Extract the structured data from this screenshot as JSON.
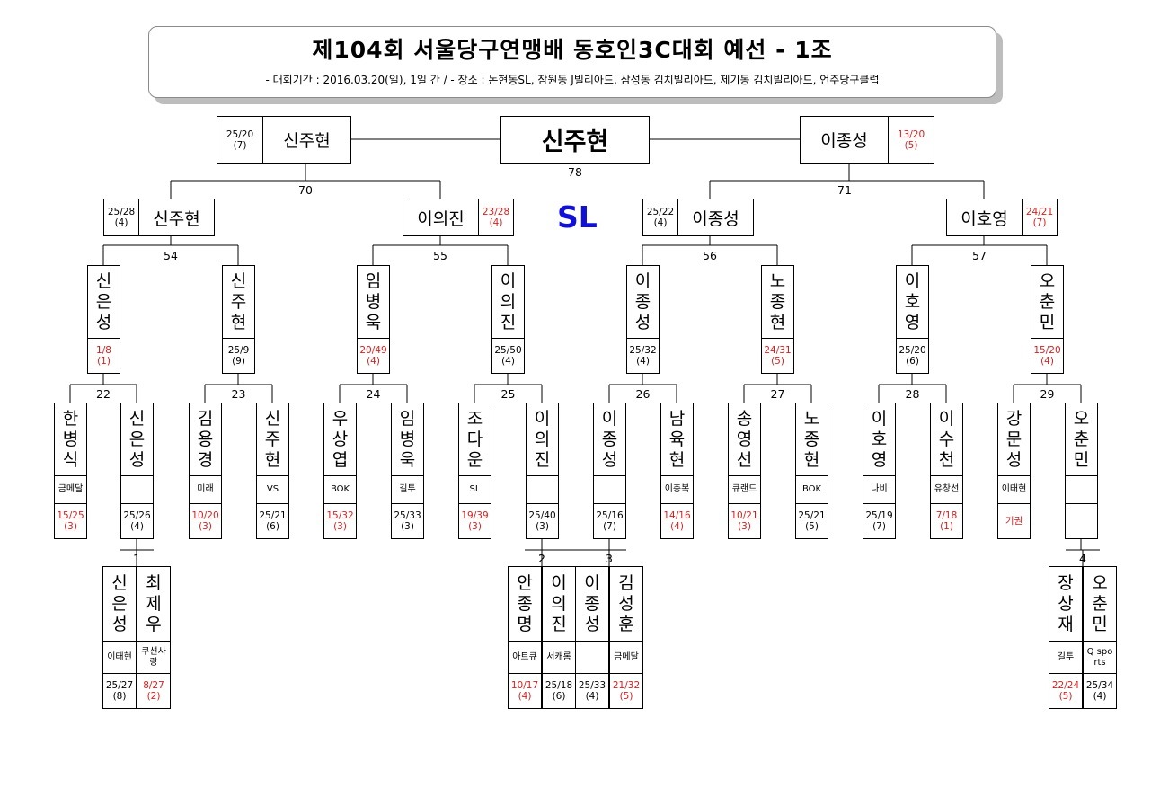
{
  "header": {
    "title": "제104회 서울당구연맹배 동호인3C대회 예선 - 1조",
    "subtitle": "- 대회기간 : 2016.03.20(일), 1일 간 / - 장소 : 논현동SL, 잠원동 J빌리아드, 삼성동 김치빌리아드, 제기동 김치빌리아드, 언주당구클럽"
  },
  "sl_label": "SL",
  "final": {
    "winner": "신주현",
    "match_no": "78"
  },
  "r5": [
    {
      "name": "신주현",
      "score": "25/20",
      "inn": "(7)",
      "score_red": false,
      "match_no": "70"
    },
    {
      "name": "이종성",
      "score": "13/20",
      "inn": "(5)",
      "score_red": true,
      "match_no": "71"
    }
  ],
  "r4": [
    {
      "name": "신주현",
      "score": "25/28",
      "inn": "(4)",
      "score_red": false
    },
    {
      "name": "이의진",
      "score": "23/28",
      "inn": "(4)",
      "score_red": true
    },
    {
      "name": "이종성",
      "score": "25/22",
      "inn": "(4)",
      "score_red": false
    },
    {
      "name": "이호영",
      "score": "24/21",
      "inn": "(7)",
      "score_red": true
    }
  ],
  "r3_match_nos": [
    "54",
    "55",
    "56",
    "57"
  ],
  "r3": [
    {
      "name": "신은성",
      "score": "1/8",
      "inn": "(1)",
      "score_red": true
    },
    {
      "name": "신주현",
      "score": "25/9",
      "inn": "(9)",
      "score_red": false
    },
    {
      "name": "임병욱",
      "score": "20/49",
      "inn": "(4)",
      "score_red": true
    },
    {
      "name": "이의진",
      "score": "25/50",
      "inn": "(4)",
      "score_red": false
    },
    {
      "name": "이종성",
      "score": "25/32",
      "inn": "(4)",
      "score_red": false
    },
    {
      "name": "노종현",
      "score": "24/31",
      "inn": "(5)",
      "score_red": true
    },
    {
      "name": "이호영",
      "score": "25/20",
      "inn": "(6)",
      "score_red": false
    },
    {
      "name": "오춘민",
      "score": "15/20",
      "inn": "(4)",
      "score_red": true
    }
  ],
  "r2_match_nos": [
    "22",
    "23",
    "24",
    "25",
    "26",
    "27",
    "28",
    "29"
  ],
  "r2": [
    {
      "name": "한병식",
      "club": "금메달",
      "score": "15/25",
      "inn": "(3)",
      "score_red": true
    },
    {
      "name": "신은성",
      "club": "",
      "score": "25/26",
      "inn": "(4)",
      "score_red": false
    },
    {
      "name": "김용경",
      "club": "미래",
      "score": "10/20",
      "inn": "(3)",
      "score_red": true
    },
    {
      "name": "신주현",
      "club": "VS",
      "score": "25/21",
      "inn": "(6)",
      "score_red": false
    },
    {
      "name": "우상엽",
      "club": "BOK",
      "score": "15/32",
      "inn": "(3)",
      "score_red": true
    },
    {
      "name": "임병욱",
      "club": "길투",
      "score": "25/33",
      "inn": "(3)",
      "score_red": false
    },
    {
      "name": "조다운",
      "club": "SL",
      "score": "19/39",
      "inn": "(3)",
      "score_red": true
    },
    {
      "name": "이의진",
      "club": "",
      "score": "25/40",
      "inn": "(3)",
      "score_red": false
    },
    {
      "name": "이종성",
      "club": "",
      "score": "25/16",
      "inn": "(7)",
      "score_red": false
    },
    {
      "name": "남육현",
      "club": "이충복",
      "score": "14/16",
      "inn": "(4)",
      "score_red": true
    },
    {
      "name": "송영선",
      "club": "큐랜드",
      "score": "10/21",
      "inn": "(3)",
      "score_red": true
    },
    {
      "name": "노종현",
      "club": "BOK",
      "score": "25/21",
      "inn": "(5)",
      "score_red": false
    },
    {
      "name": "이호영",
      "club": "나비",
      "score": "25/19",
      "inn": "(7)",
      "score_red": false
    },
    {
      "name": "이수천",
      "club": "유창선",
      "score": "7/18",
      "inn": "(1)",
      "score_red": true
    },
    {
      "name": "강문성",
      "club": "이태현",
      "score": "기권",
      "inn": "",
      "score_red": true
    },
    {
      "name": "오춘민",
      "club": "",
      "score": "",
      "inn": "",
      "score_red": false
    }
  ],
  "r1_match_nos": [
    "1",
    "2",
    "3",
    "4"
  ],
  "r1": [
    {
      "name": "신은성",
      "club": "이태현",
      "score": "25/27",
      "inn": "(8)",
      "score_red": false
    },
    {
      "name": "최제우",
      "club": "쿠션사랑",
      "score": "8/27",
      "inn": "(2)",
      "score_red": true
    },
    {
      "name": "안종명",
      "club": "아트큐",
      "score": "10/17",
      "inn": "(4)",
      "score_red": true
    },
    {
      "name": "이의진",
      "club": "서캐롬",
      "score": "25/18",
      "inn": "(6)",
      "score_red": false
    },
    {
      "name": "이종성",
      "club": "",
      "score": "25/33",
      "inn": "(4)",
      "score_red": false
    },
    {
      "name": "김성훈",
      "club": "금메달",
      "score": "21/32",
      "inn": "(5)",
      "score_red": true
    },
    {
      "name": "장상재",
      "club": "길투",
      "score": "22/24",
      "inn": "(5)",
      "score_red": true
    },
    {
      "name": "오춘민",
      "club": "Q sports",
      "score": "25/34",
      "inn": "(4)",
      "score_red": false
    }
  ],
  "colors": {
    "loss_score": "#d71e1e",
    "sl_label": "#1010d8",
    "line": "#000000"
  }
}
